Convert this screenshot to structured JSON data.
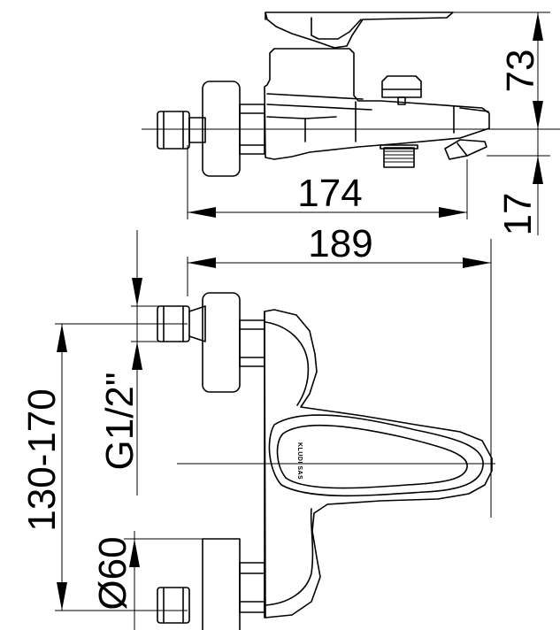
{
  "dimensions": {
    "side_height": "73",
    "spout_drop": "17",
    "side_depth": "174",
    "overall_depth": "189",
    "thread_size": "G1/2\"",
    "center_distance": "130-170",
    "rosette_diameter": "Ø60"
  },
  "logo": "KLUDI SAS"
}
